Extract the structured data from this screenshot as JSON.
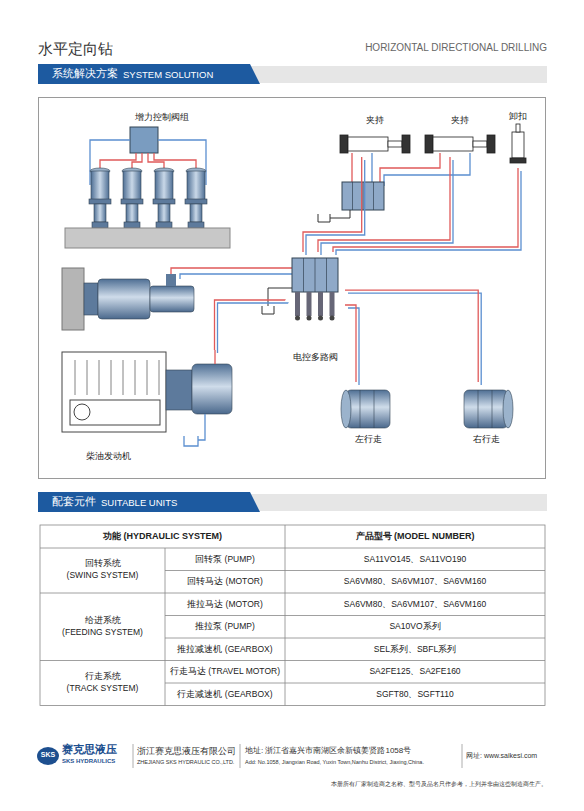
{
  "diagram": {
    "title": "水平定向钻",
    "nodes": [
      {
        "text": [
          "系统解决方案",
          "SYSTEM SOLUTION"
        ]
      },
      {
        "text": [
          "增力控制阀组"
        ]
      },
      {
        "text": [
          "夹持"
        ]
      },
      {
        "text": [
          "夹持"
        ]
      },
      {
        "text": [
          "卸扣"
        ]
      },
      {
        "text": [
          "电控多路阀"
        ]
      },
      {
        "text": [
          "柴油发动机"
        ]
      },
      {
        "text": [
          "左行走"
        ]
      },
      {
        "text": [
          "右行走"
        ]
      },
      {
        "text": [
          "配套元件",
          "SUITABLE UNITS"
        ]
      }
    ],
    "edges": [
      {
        "from": 6,
        "to": 5,
        "arrow": "none"
      },
      {
        "from": 5,
        "to": 7,
        "arrow": "none"
      },
      {
        "from": 5,
        "to": 8,
        "arrow": "none"
      },
      {
        "from": 5,
        "to": 2,
        "arrow": "none"
      },
      {
        "from": 5,
        "to": 3,
        "arrow": "none"
      },
      {
        "from": 5,
        "to": 4,
        "arrow": "none"
      }
    ],
    "labels": [
      "HORIZONTAL DIRECTIONAL DRILLING",
      "功能 (HYDRAULIC SYSTEM)",
      "产品型号 (MODEL NUMBER)",
      "回转系统",
      "(SWING SYSTEM)",
      "回转泵 (PUMP)",
      "SA11VO145、SA11VO190",
      "回转马达 (MOTOR)",
      "SA6VM80、SA6VM107、SA6VM160",
      "给进系统",
      "(FEEDING SYSTEM)",
      "推拉马达 (MOTOR)",
      "SA6VM80、SA6VM107、SA6VM160",
      "推拉泵 (PUMP)",
      "SA10VO系列",
      "推拉减速机 (GEARBOX)",
      "SEL系列、SBFL系列",
      "行走系统",
      "(TRACK SYSTEM)",
      "行走马达 (TRAVEL MOTOR)",
      "SA2FE125、SA2FE160",
      "行走减速机 (GEARBOX)",
      "SGFT80、SGFT110",
      "赛克思液压",
      "SKS HYDRAULICS",
      "SKS",
      "浙江赛克思液压有限公司",
      "ZHEJIANG SKS HYDRAULIC CO.,LTD.",
      "地址: 浙江省嘉兴市南湖区余新镇姜贤路1058号",
      "Add: No.1058, Jiangxian Road, Yuxin Town,Nanhu District, Jiaxing,China.",
      "网址: www.saikesi.com",
      "本册所有厂家制造商之名称、型号及品名只作参考，上列并非由这些制造商生产。"
    ]
  }
}
